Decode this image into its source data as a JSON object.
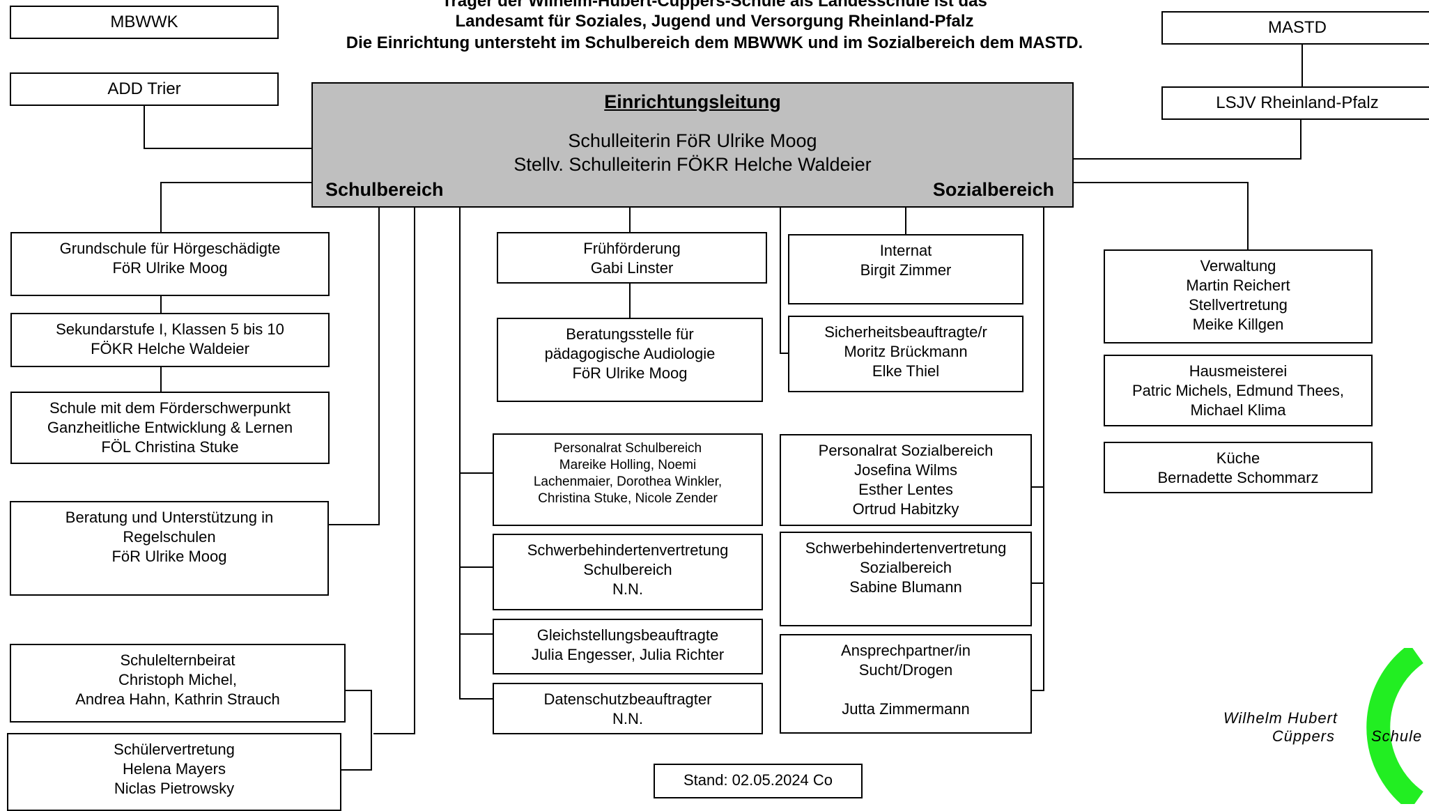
{
  "header": {
    "line1": "Träger der Wilhelm-Hubert-Cüppers-Schule als Landesschule ist das",
    "line2": "Landesamt für Soziales, Jugend und Versorgung Rheinland-Pfalz",
    "line3": "Die Einrichtung untersteht im Schulbereich dem MBWWK und im Sozialbereich dem MASTD."
  },
  "authorities": {
    "mbwwk": "MBWWK",
    "add": "ADD Trier",
    "mastd": "MASTD",
    "lsjv": "LSJV Rheinland-Pfalz"
  },
  "leadership": {
    "title": "Einrichtungsleitung",
    "person1": "Schulleiterin FöR Ulrike Moog",
    "person2": "Stellv. Schulleiterin FÖKR Helche Waldeier",
    "left_label": "Schulbereich",
    "right_label": "Sozialbereich"
  },
  "school": {
    "grundschule": "Grundschule für Hörgeschädigte\nFöR Ulrike Moog",
    "sekundar": "Sekundarstufe I, Klassen 5 bis 10\nFÖKR Helche Waldeier",
    "foerder": "Schule mit dem Förderschwerpunkt\nGanzheitliche Entwicklung & Lernen\nFÖL Christina Stuke",
    "beratung": "Beratung und Unterstützung in\nRegelschulen\nFöR Ulrike Moog",
    "elternbeirat": "Schulelternbeirat\nChristoph Michel,\nAndrea Hahn, Kathrin Strauch",
    "schuelervertretung": "Schülervertretung\nHelena Mayers\nNiclas Pietrowsky"
  },
  "middle": {
    "fruehfoerderung": "Frühförderung\nGabi Linster",
    "audiologie": "Beratungsstelle für\npädagogische Audiologie\nFöR Ulrike Moog",
    "personalrat_schule": "Personalrat  Schulbereich\nMareike Holling, Noemi\nLachenmaier, Dorothea Winkler,\nChristina Stuke, Nicole Zender",
    "schwerbehindert_schule": "Schwerbehindertenvertretung\nSchulbereich\nN.N.",
    "gleichstellung": "Gleichstellungsbeauftragte\nJulia Engesser, Julia Richter",
    "datenschutz": "Datenschutzbeauftragter\nN.N."
  },
  "social": {
    "internat": "Internat\nBirgit Zimmer",
    "sicherheit": "Sicherheitsbeauftragte/r\nMoritz Brückmann\nElke Thiel",
    "personalrat_sozial": "Personalrat Sozialbereich\nJosefina Wilms\nEsther Lentes\nOrtrud Habitzky",
    "schwerbehindert_sozial": "Schwerbehindertenvertretung\nSozialbereich\nSabine Blumann",
    "sucht": "Ansprechpartner/in\nSucht/Drogen\n\nJutta Zimmermann"
  },
  "admin": {
    "verwaltung": "Verwaltung\nMartin Reichert\nStellvertretung\nMeike Killgen",
    "hausmeisterei": "Hausmeisterei\nPatric Michels, Edmund Thees,\nMichael Klima",
    "kueche": "Küche\nBernadette Schommarz"
  },
  "footer": {
    "stand": "Stand: 02.05.2024 Co"
  },
  "logo": {
    "line1": "Wilhelm Hubert",
    "line2": "Cüppers",
    "word": "Schule",
    "color": "#22ee22"
  }
}
